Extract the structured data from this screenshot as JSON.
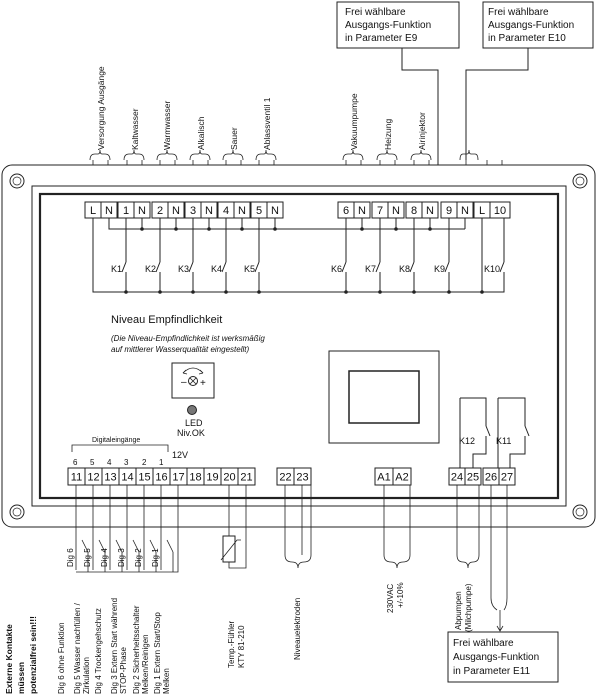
{
  "callouts": {
    "e9": [
      "Frei wählbare",
      "Ausgangs-Funktion",
      "in Parameter E9"
    ],
    "e10": [
      "Frei wählbare",
      "Ausgangs-Funktion",
      "in Parameter E10"
    ],
    "e11": [
      "Frei wählbare",
      "Ausgangs-Funktion",
      "in Parameter E11"
    ]
  },
  "top_labels": [
    "Versorgung Ausgänge",
    "Kaltwasser",
    "Warmwasser",
    "Alkalisch",
    "Sauer",
    "Ablassventil 1",
    "Vakuumpumpe",
    "Heizung",
    "Airinjektor"
  ],
  "top_terminals": [
    "L",
    "N",
    "1",
    "N",
    "2",
    "N",
    "3",
    "N",
    "4",
    "N",
    "5",
    "N",
    "6",
    "N",
    "7",
    "N",
    "8",
    "N",
    "9",
    "N",
    "L",
    "10"
  ],
  "relays": [
    "K1",
    "K2",
    "K3",
    "K4",
    "K5",
    "K6",
    "K7",
    "K8",
    "K9",
    "K10",
    "K11",
    "K12"
  ],
  "sensitivity": {
    "title": "Niveau Empfindlichkeit",
    "note_line1": "(Die Niveau-Empfindlichkeit ist werksmäßig",
    "note_line2": "auf mittlerer Wasserqualität eingestellt)",
    "led_label_1": "LED",
    "led_label_2": "Niv.OK"
  },
  "digital_inputs": {
    "header": "Digitaleingänge",
    "numbers": [
      "6",
      "5",
      "4",
      "3",
      "2",
      "1"
    ],
    "voltage": "12V"
  },
  "bottom_terminals": [
    "11",
    "12",
    "13",
    "14",
    "15",
    "16",
    "17",
    "18",
    "19",
    "20",
    "21",
    "22",
    "23",
    "A1",
    "A2",
    "24",
    "25",
    "26",
    "27"
  ],
  "bottom_wire_tags": [
    "Dig 6",
    "Dig 5",
    "Dig 4",
    "Dig 3",
    "Dig 2",
    "Dig 1"
  ],
  "bottom_labels": {
    "external": [
      "Externe Kontakte",
      "müssen",
      "potenzialfrei sein!!!"
    ],
    "dig_functions": [
      [
        "Dig 6  ohne Funktion"
      ],
      [
        "Dig 5  Wasser nachfüllen /",
        "Zirkulation"
      ],
      [
        "Dig 4  Trockengehschutz"
      ],
      [
        "Dig 3  Extern Start während",
        "STOP-Phase"
      ],
      [
        "Dig 2  Sicherheitsschalter",
        "Melken/Reinigen"
      ],
      [
        "Dig 1  Extern Start/Stop",
        "Melken"
      ]
    ],
    "temp": [
      "Temp.-Fühler",
      "KTY 81-210"
    ],
    "electrodes": "Niveauelektroden",
    "power": [
      "230VAC",
      "+/-10%"
    ],
    "pump": [
      "Abpumpen",
      "(Milchpumpe)"
    ]
  }
}
